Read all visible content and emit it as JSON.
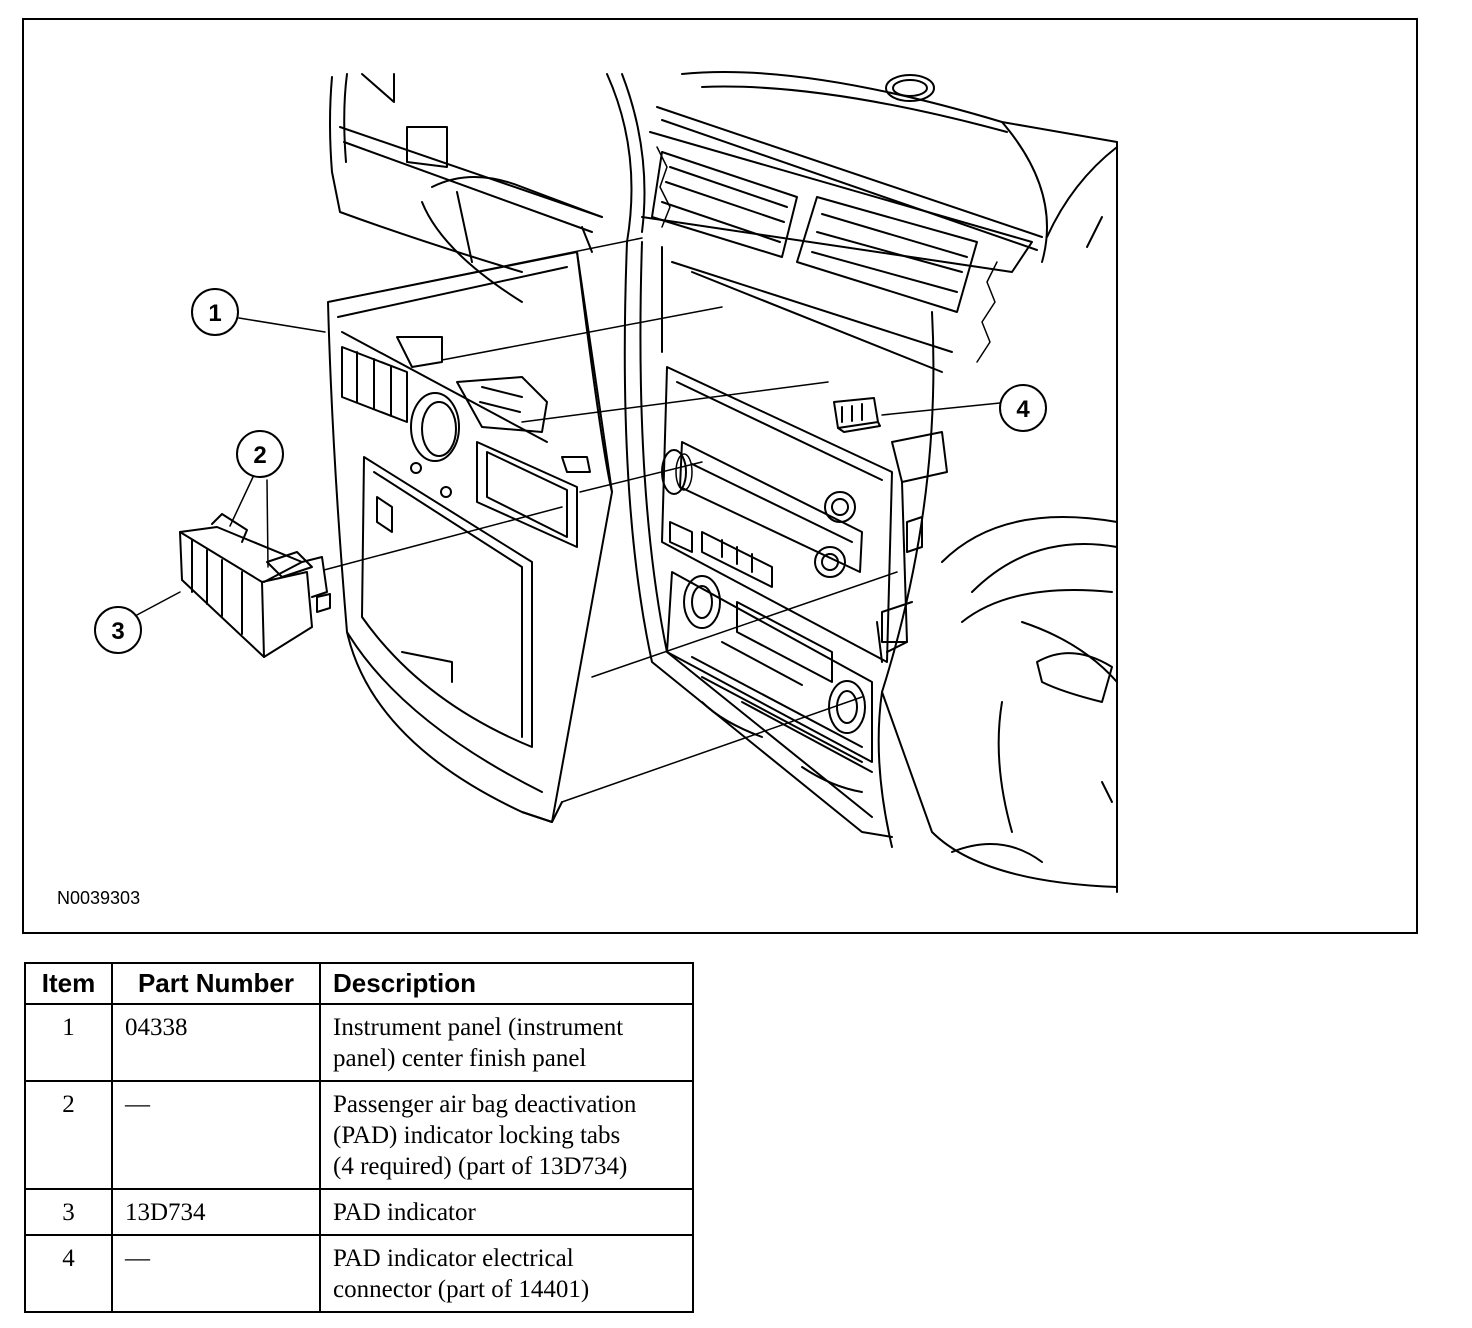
{
  "figure": {
    "id": "N0039303",
    "callouts": [
      "1",
      "2",
      "3",
      "4"
    ]
  },
  "table": {
    "headers": [
      "Item",
      "Part Number",
      "Description"
    ],
    "rows": [
      {
        "item": "1",
        "part": "04338",
        "desc": "Instrument panel (instrument\npanel) center finish panel"
      },
      {
        "item": "2",
        "part": "—",
        "desc": "Passenger air bag deactivation\n(PAD) indicator locking tabs\n(4 required) (part of 13D734)"
      },
      {
        "item": "3",
        "part": "13D734",
        "desc": "PAD indicator"
      },
      {
        "item": "4",
        "part": "—",
        "desc": "PAD indicator electrical\nconnector (part of 14401)"
      }
    ]
  }
}
